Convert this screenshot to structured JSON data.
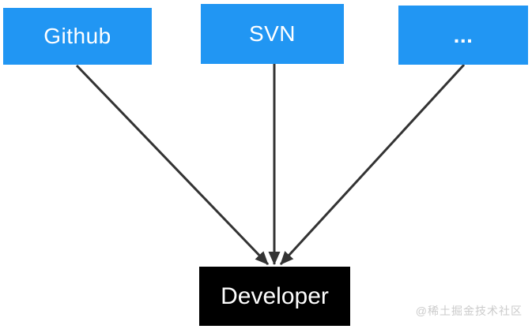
{
  "diagram": {
    "type": "flowchart",
    "background": "#ffffff",
    "arrow_color": "#333333",
    "colors": {
      "source_box_bg": "#2196f3",
      "source_box_text": "#ffffff",
      "target_box_bg": "#000000",
      "target_box_text": "#fdfdfd"
    },
    "nodes": [
      {
        "id": "github",
        "label": "Github",
        "role": "source"
      },
      {
        "id": "svn",
        "label": "SVN",
        "role": "source"
      },
      {
        "id": "others",
        "label": "...",
        "role": "source"
      },
      {
        "id": "developer",
        "label": "Developer",
        "role": "target"
      }
    ],
    "edges": [
      {
        "from": "github",
        "to": "developer",
        "arrow": "end"
      },
      {
        "from": "svn",
        "to": "developer",
        "arrow": "end"
      },
      {
        "from": "others",
        "to": "developer",
        "arrow": "end"
      }
    ]
  },
  "watermark": {
    "text": "@稀土掘金技术社区",
    "color": "#cbcbcb"
  }
}
